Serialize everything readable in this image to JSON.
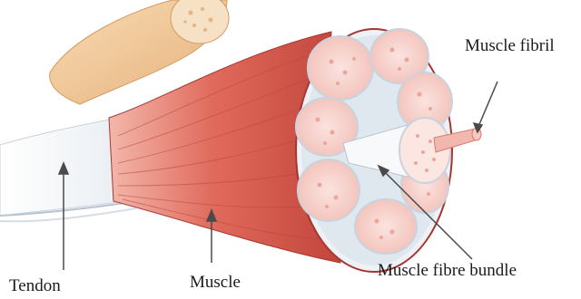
{
  "labels": {
    "muscle_fibril": "Muscle fibril",
    "muscle_fibre_bundle": "Muscle fibre bundle",
    "tendon": "Tendon",
    "muscle": "Muscle"
  },
  "colors": {
    "muscle_red": "#d9574a",
    "muscle_dark": "#b23a32",
    "fibre_pink": "#f6c8c2",
    "tendon_white": "#f4f6f8",
    "bone_tan": "#f1c99a",
    "arrow": "#4a4a4a"
  }
}
